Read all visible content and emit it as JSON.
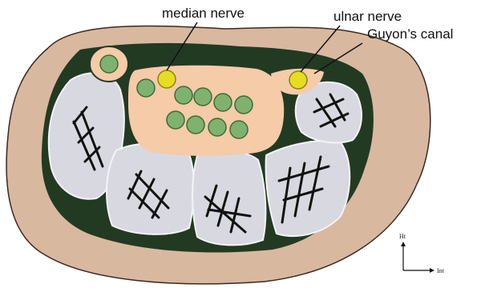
{
  "labels": {
    "median_nerve": "median nerve",
    "ulnar_nerve": "ulnar nerve",
    "guyons_canal": "Guyon’s canal"
  },
  "axes": {
    "up": "Ht",
    "right": "Int"
  },
  "colors": {
    "skin": "#d9b8a0",
    "tissue": "#223a22",
    "bone": "#d8d9e0",
    "canal": "#f5cba8",
    "tendon": "#7fb26f",
    "nerve": "#e6dd22"
  }
}
